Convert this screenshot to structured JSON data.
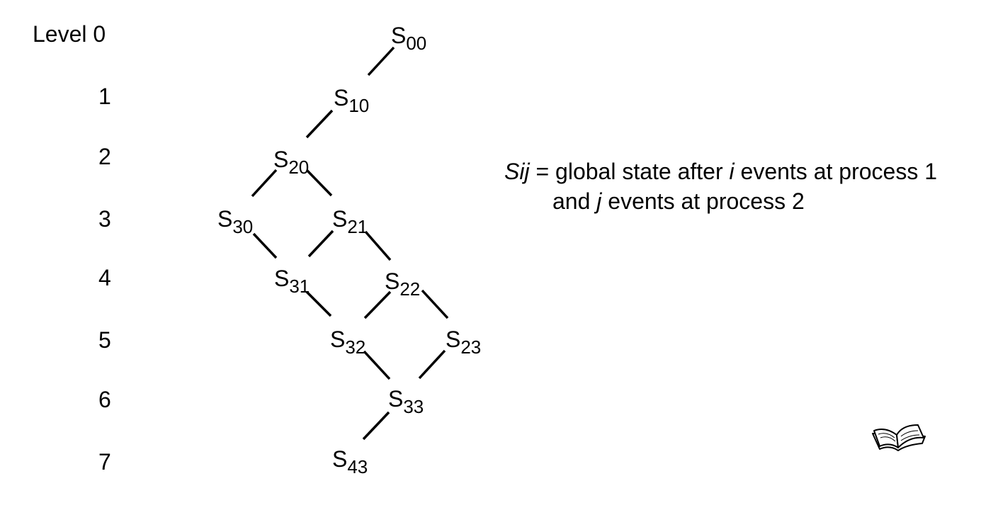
{
  "levels": [
    "Level 0",
    "1",
    "2",
    "3",
    "4",
    "5",
    "6",
    "7"
  ],
  "states": [
    {
      "id": "s00",
      "base": "S",
      "sub": "00"
    },
    {
      "id": "s10",
      "base": "S",
      "sub": "10"
    },
    {
      "id": "s20",
      "base": "S",
      "sub": "20"
    },
    {
      "id": "s30",
      "base": "S",
      "sub": "30"
    },
    {
      "id": "s21",
      "base": "S",
      "sub": "21"
    },
    {
      "id": "s31",
      "base": "S",
      "sub": "31"
    },
    {
      "id": "s22",
      "base": "S",
      "sub": "22"
    },
    {
      "id": "s32",
      "base": "S",
      "sub": "32"
    },
    {
      "id": "s23",
      "base": "S",
      "sub": "23"
    },
    {
      "id": "s33",
      "base": "S",
      "sub": "33"
    },
    {
      "id": "s43",
      "base": "S",
      "sub": "43"
    }
  ],
  "edges": [
    [
      "s00",
      "s10"
    ],
    [
      "s10",
      "s20"
    ],
    [
      "s20",
      "s30"
    ],
    [
      "s20",
      "s21"
    ],
    [
      "s30",
      "s31"
    ],
    [
      "s21",
      "s31"
    ],
    [
      "s21",
      "s22"
    ],
    [
      "s31",
      "s32"
    ],
    [
      "s22",
      "s32"
    ],
    [
      "s22",
      "s23"
    ],
    [
      "s32",
      "s33"
    ],
    [
      "s23",
      "s33"
    ],
    [
      "s33",
      "s43"
    ]
  ],
  "legend": {
    "sij": "Sij",
    "eq_global_state_after": " = global state after ",
    "i": "i",
    "events_at_process_1": " events at process 1",
    "and": "and ",
    "j": "j",
    "events_at_process_2": " events at process 2"
  },
  "icons": {
    "book": "open-book-icon"
  }
}
